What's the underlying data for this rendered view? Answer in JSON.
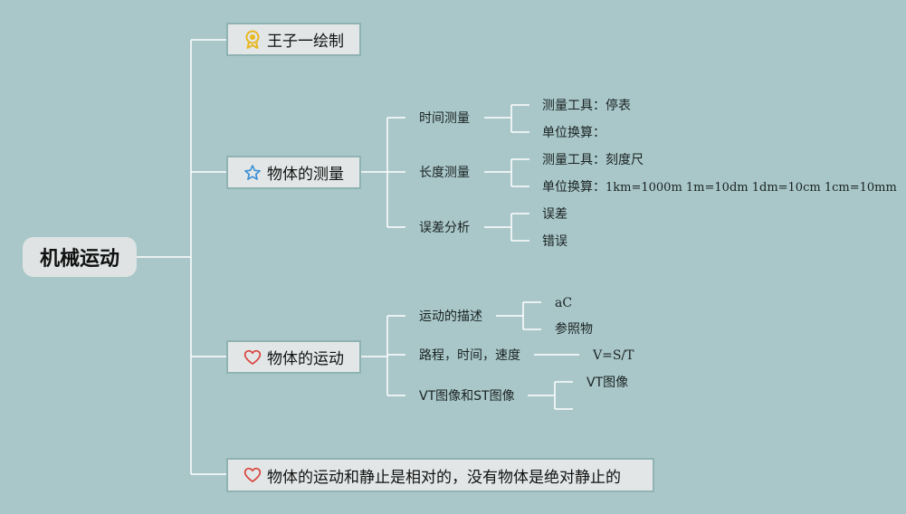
{
  "root": "机械运动",
  "branches": [
    {
      "label": "王子一绘制",
      "icon": "award-ribbon-icon"
    },
    {
      "label": "物体的测量",
      "icon": "star-icon"
    },
    {
      "label": "物体的运动",
      "icon": "heart-icon"
    },
    {
      "label": "物体的运动和静止是相对的，没有物体是绝对静止的",
      "icon": "heart-icon"
    }
  ],
  "measure": {
    "time": {
      "label": "时间测量",
      "tool": "测量工具：停表",
      "convert": "单位换算："
    },
    "length": {
      "label": "长度测量",
      "tool": "测量工具：刻度尺",
      "convert_prefix": "单位换算：",
      "convert_value": "1km=1000m 1m=10dm 1dm=10cm 1cm=10mm"
    },
    "error": {
      "label": "误差分析",
      "items": [
        "误差",
        "错误"
      ]
    }
  },
  "motion": {
    "desc": {
      "label": "运动的描述",
      "items": [
        "aC",
        "参照物"
      ]
    },
    "speed": {
      "label": "路程，时间，速度",
      "formula": "V=S/T"
    },
    "graph": {
      "label": "VT图像和ST图像",
      "items": [
        "VT图像",
        ""
      ]
    }
  },
  "colors": {
    "background": "#a9c7c9",
    "line": "#ffffff",
    "box": "#e2e6e6",
    "border": "#8fb3b3",
    "star": "#3b8fd6",
    "heart": "#d9413b",
    "award": "#e8b820"
  }
}
